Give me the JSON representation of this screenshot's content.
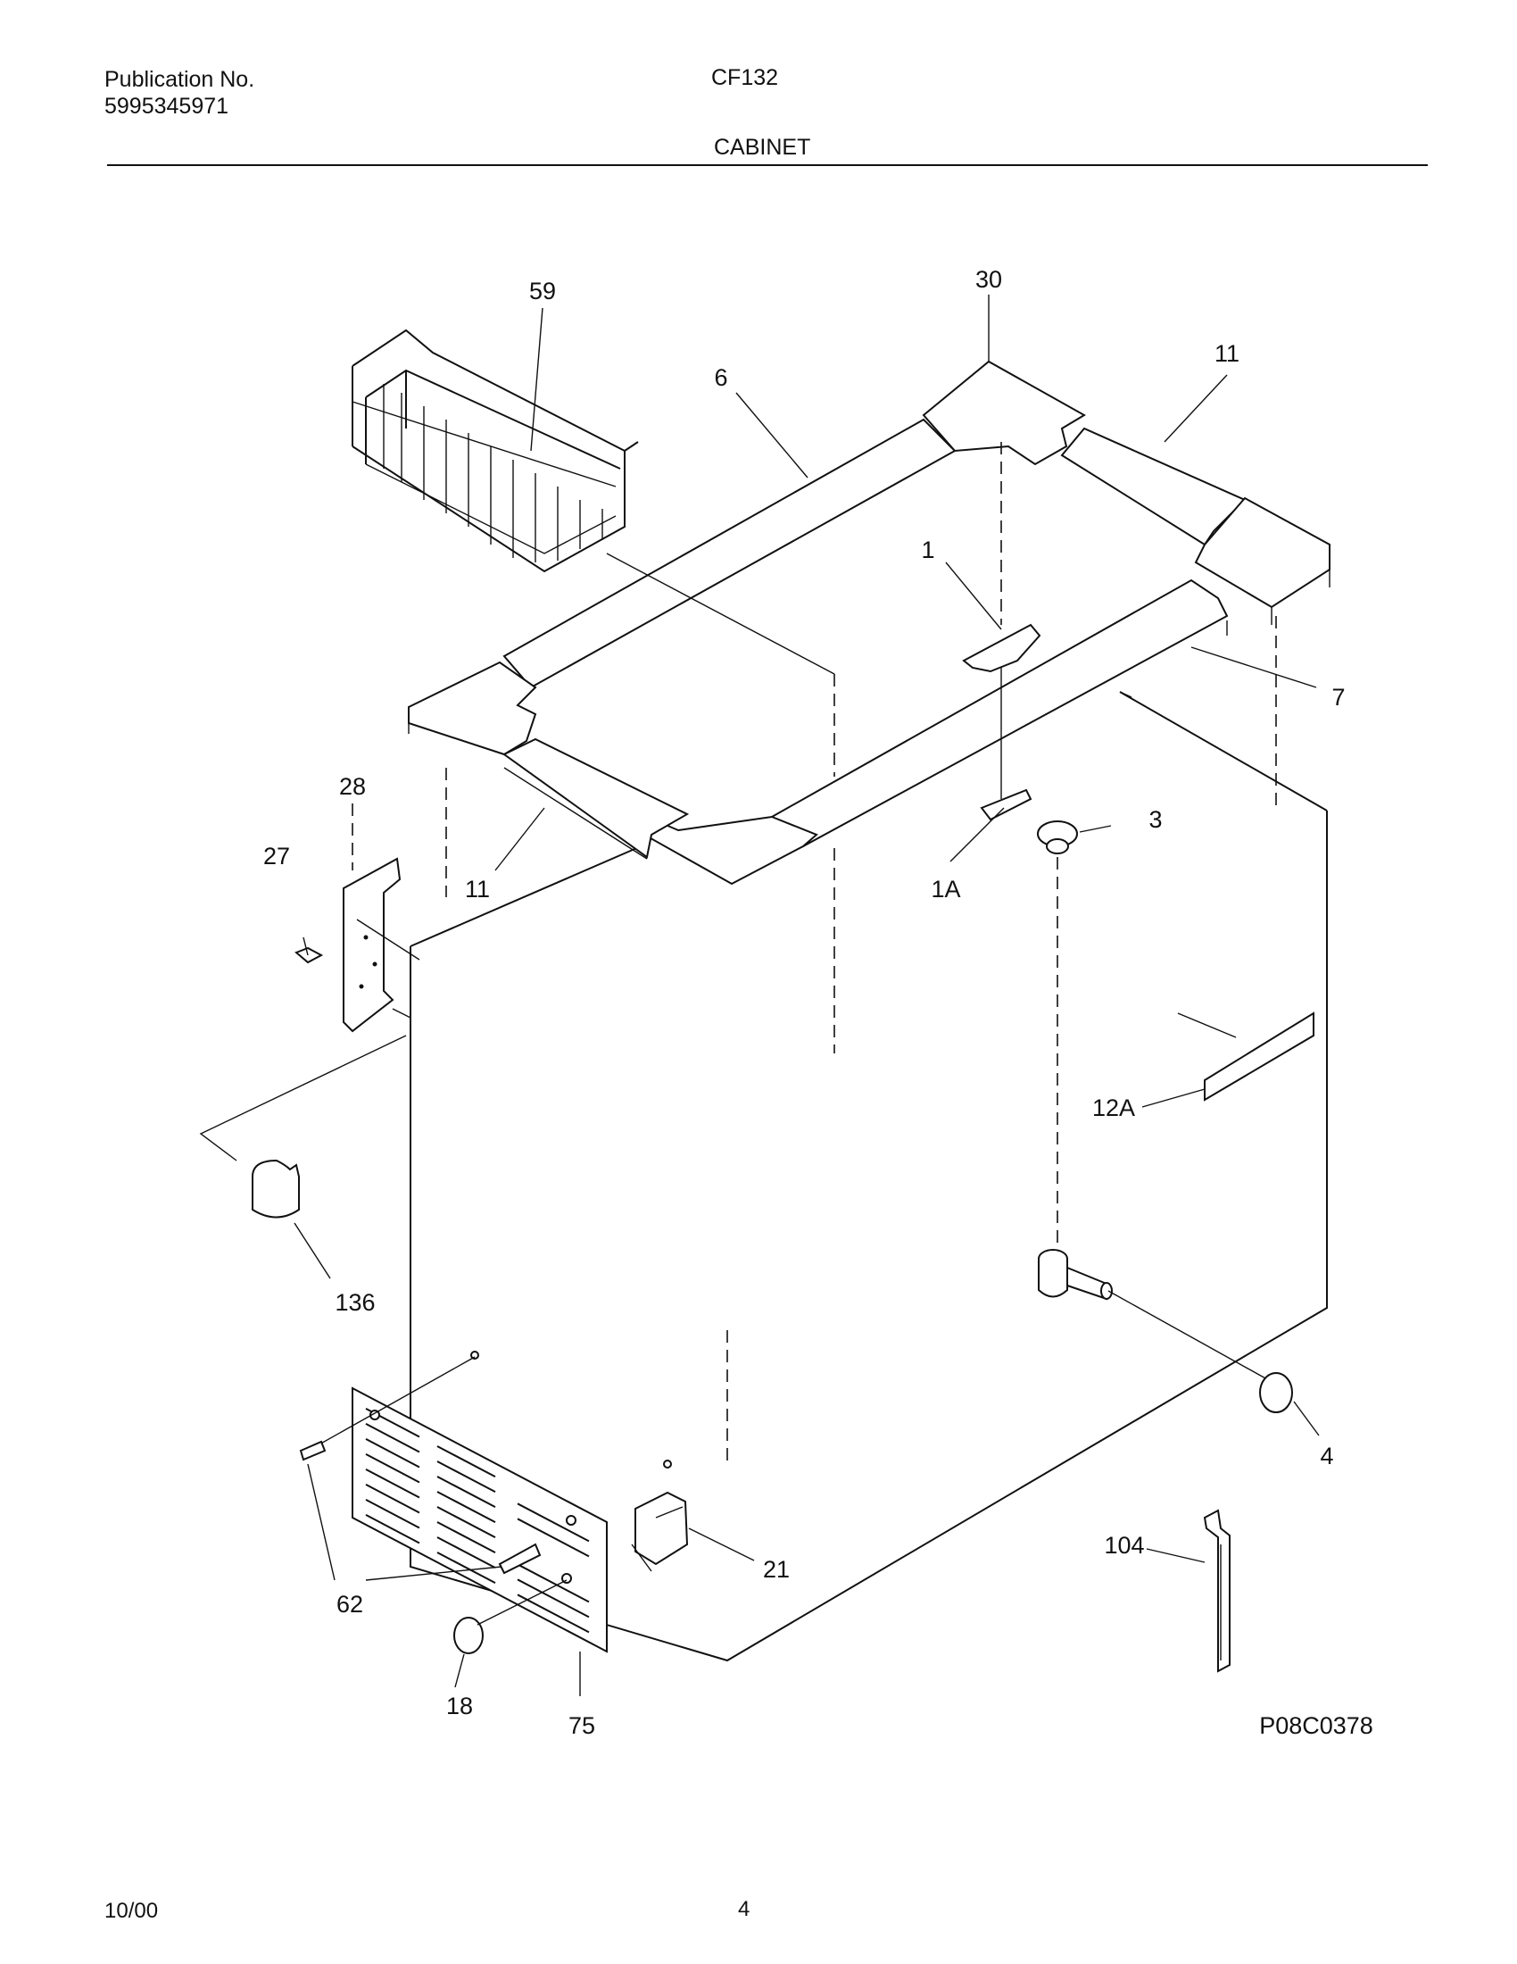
{
  "header": {
    "publication_label": "Publication No.",
    "publication_number": "5995345971",
    "model": "CF132",
    "section": "CABINET"
  },
  "footer": {
    "date": "10/00",
    "page": "4"
  },
  "diagram_code": "P08C0378",
  "callouts": {
    "c59": "59",
    "c30": "30",
    "c6": "6",
    "c11a": "11",
    "c1": "1",
    "c7": "7",
    "c28": "28",
    "c27": "27",
    "c11b": "11",
    "c1A": "1A",
    "c3": "3",
    "c12A": "12A",
    "c136": "136",
    "c4": "4",
    "c21": "21",
    "c104": "104",
    "c62": "62",
    "c18": "18",
    "c75": "75"
  }
}
